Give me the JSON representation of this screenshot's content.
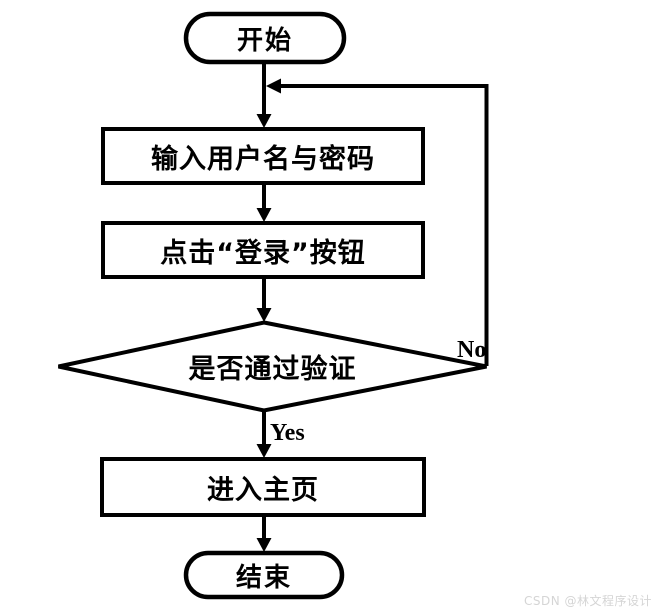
{
  "canvas": {
    "background": "#ffffff",
    "line_color": "#000000"
  },
  "flowchart": {
    "description": "login flow diagram",
    "nodes": [
      {
        "id": "start",
        "type": "terminator",
        "label": "开始"
      },
      {
        "id": "input-credentials",
        "type": "process",
        "label": "输入用户名与密码"
      },
      {
        "id": "click-login",
        "type": "process",
        "label": "点击“登录”按钮"
      },
      {
        "id": "verify-check",
        "type": "decision",
        "label": "是否通过验证"
      },
      {
        "id": "enter-home",
        "type": "process",
        "label": "进入主页"
      },
      {
        "id": "end",
        "type": "terminator",
        "label": "结束"
      }
    ],
    "edge_labels": {
      "yes": "Yes",
      "no": "No"
    }
  },
  "watermark": {
    "text": "CSDN @林文程序设计",
    "color": "#d5d5d5"
  }
}
